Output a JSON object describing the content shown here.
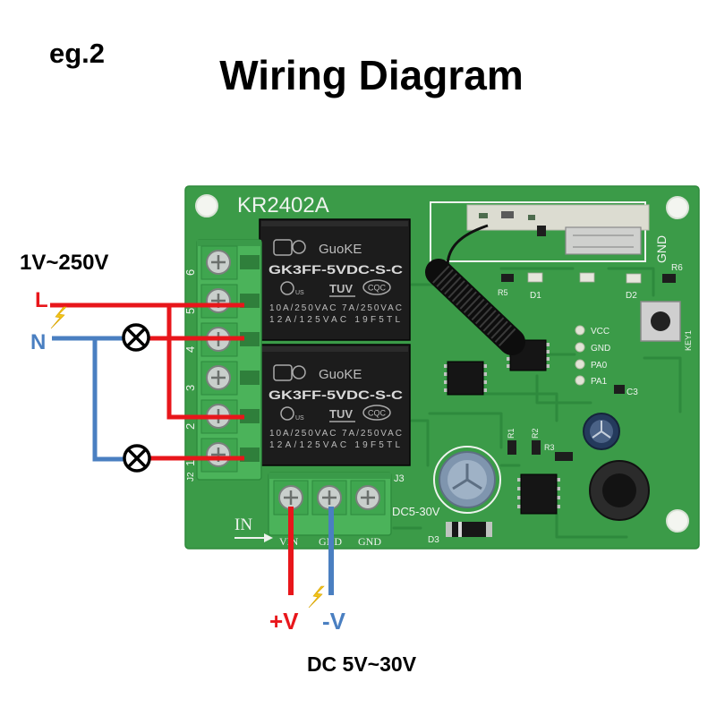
{
  "header": {
    "example_label": "eg.2",
    "title": "Wiring Diagram"
  },
  "ac_side": {
    "voltage_range": "1V~250V",
    "live_label": "L",
    "neutral_label": "N"
  },
  "dc_side": {
    "positive_label": "+V",
    "negative_label": "-V",
    "voltage_range": "DC 5V~30V"
  },
  "board": {
    "model": "KR2402A",
    "relays": [
      {
        "brand": "GuoKE",
        "model": "GK3FF-5VDC-S-C",
        "cert_us": "US",
        "cert_tuv": "TUV",
        "cert_cqc": "CQC",
        "rating_line1": "10A/250VAC 7A/250VAC",
        "rating_line2": "12A/125VAC 19F5TL"
      },
      {
        "brand": "GuoKE",
        "model": "GK3FF-5VDC-S-C",
        "cert_us": "US",
        "cert_tuv": "TUV",
        "cert_cqc": "CQC",
        "rating_line1": "10A/250VAC 7A/250VAC",
        "rating_line2": "12A/125VAC 19F5TL"
      }
    ],
    "output_terminal": {
      "id": "J2",
      "numbers": [
        "6",
        "5",
        "4",
        "3",
        "2",
        "1"
      ]
    },
    "input_terminal": {
      "id": "J3",
      "direction_label": "IN",
      "rating": "DC5-30V",
      "pins": [
        "VIN",
        "GND",
        "GND"
      ]
    },
    "silkscreen": {
      "gnd_top": "GND",
      "r6": "R6",
      "r5": "R5",
      "d1": "D1",
      "d2": "D2",
      "key1": "KEY1",
      "vcc": "VCC",
      "gnd_pad": "GND",
      "pa0": "PA0",
      "pa1": "PA1",
      "c3": "C3",
      "r1": "R1",
      "r2": "R2",
      "r3": "R3",
      "d3": "D3"
    }
  },
  "colors": {
    "live_wire": "#e8161b",
    "neutral_wire": "#4a7fc1",
    "board": "#3b9b48",
    "terminal_block": "#4bb35a",
    "relay_body": "#1c1c1c",
    "lightning_symbol": "#f2c41a"
  },
  "icons": {
    "lamp": "lamp-icon",
    "lightning": "lightning-icon"
  }
}
